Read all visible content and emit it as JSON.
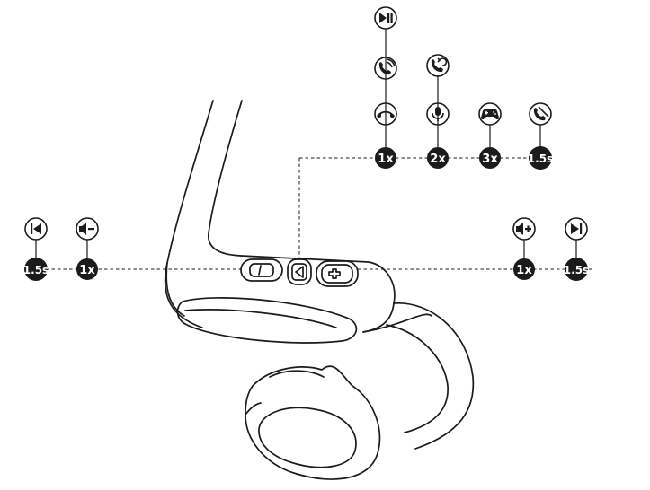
{
  "colors": {
    "ink": "#1b1b1b",
    "background": "#ffffff",
    "badge_text": "#ffffff"
  },
  "device": {
    "buttons": [
      {
        "name": "volume-down-button",
        "icon": "minus"
      },
      {
        "name": "multifunction-button",
        "icon": "triangle"
      },
      {
        "name": "volume-up-button",
        "icon": "plus"
      }
    ]
  },
  "left_actions": [
    {
      "badge": "1.5s",
      "icon": "previous-track-icon"
    },
    {
      "badge": "1x",
      "icon": "volume-down-icon"
    }
  ],
  "right_actions": [
    {
      "badge": "1x",
      "icon": "volume-up-icon"
    },
    {
      "badge": "1.5s",
      "icon": "next-track-icon"
    }
  ],
  "top_actions": [
    {
      "badge": "1x",
      "icons": [
        "play-pause-icon",
        "answer-call-icon",
        "end-call-icon"
      ]
    },
    {
      "badge": "2x",
      "icons": [
        "redial-icon",
        "voice-assistant-icon"
      ]
    },
    {
      "badge": "3x",
      "icons": [
        "game-mode-icon"
      ]
    },
    {
      "badge": "1.5s",
      "icons": [
        "reject-call-icon"
      ]
    }
  ]
}
